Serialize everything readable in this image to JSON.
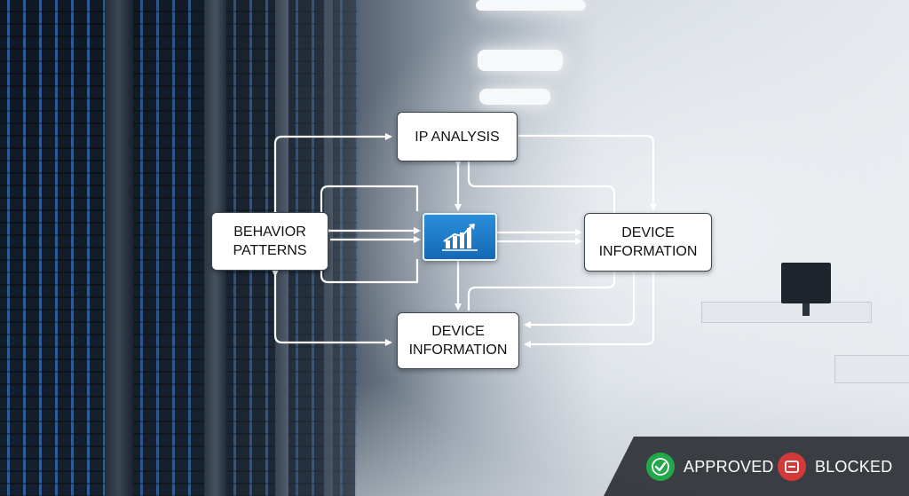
{
  "diagram": {
    "nodes": {
      "ip_analysis": "IP ANALYSIS",
      "behavior_patterns": "BEHAVIOR\nPATTERNS",
      "device_information_right": "DEVICE\nINFORMATION",
      "device_information_bottom": "DEVICE\nINFORMATION"
    },
    "hub_icon": "analytics-chart-icon"
  },
  "legend": {
    "approved_label": "APPROVED",
    "approved_icon": "check-circle-icon",
    "approved_color": "#22a84a",
    "blocked_label": "BLOCKED",
    "blocked_icon": "stop-icon",
    "blocked_color": "#d23a3a"
  }
}
